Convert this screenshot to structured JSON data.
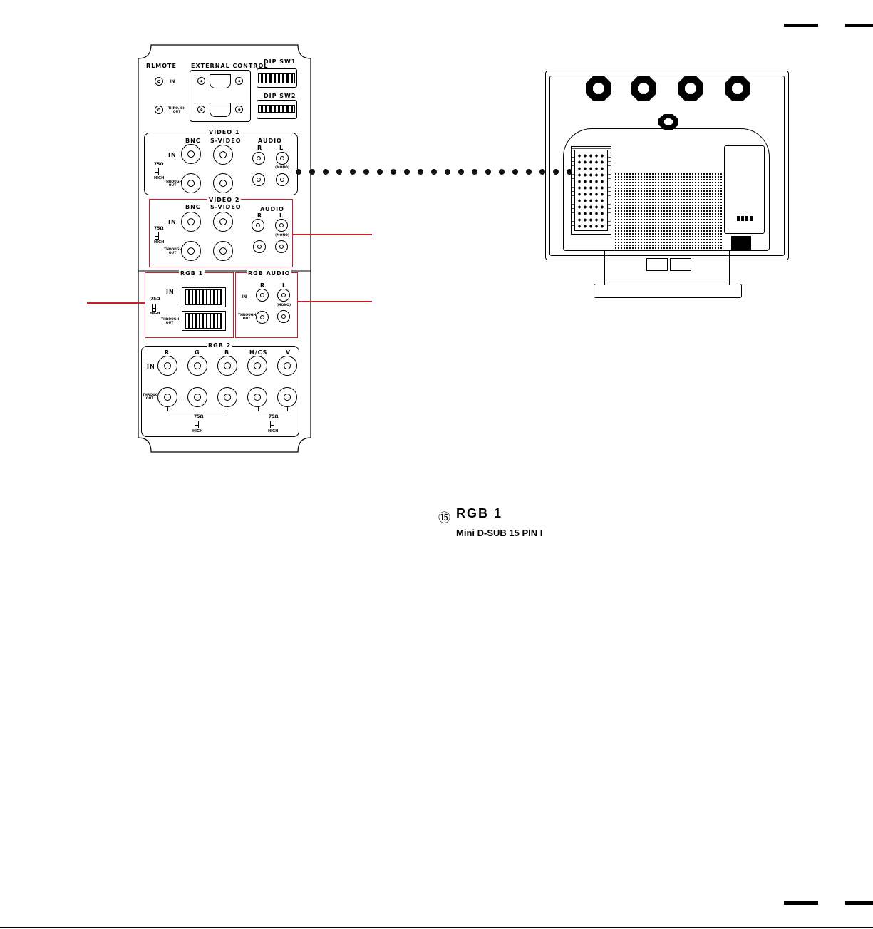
{
  "panel": {
    "remote": "RLMOTE",
    "remote_in": "IN",
    "remote_thru": "THRO. SH OUT",
    "external_control": "EXTERNAL CONTROL",
    "dip_sw1": "DIP SW1",
    "dip_sw2": "DIP SW2",
    "video1": "VIDEO 1",
    "video2": "VIDEO 2",
    "bnc": "BNC",
    "svideo": "S-VIDEO",
    "audio": "AUDIO",
    "in": "IN",
    "r": "R",
    "l": "L",
    "mono": "(MONO)",
    "ohm": "75Ω",
    "high": "HIGH",
    "through_out": "THROUGH OUT",
    "rgb1": "RGB 1",
    "rgb_audio": "RGB AUDIO",
    "rgb2": "RGB 2",
    "rgb2_cols": [
      "R",
      "G",
      "B",
      "H/CS",
      "V"
    ]
  },
  "caption": {
    "number": "⑮",
    "title": "RGB 1",
    "desc": "Mini D-SUB 15 PIN I"
  }
}
